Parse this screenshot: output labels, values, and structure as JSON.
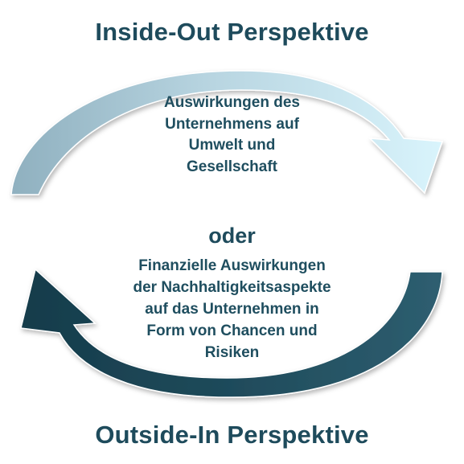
{
  "diagram": {
    "top_title": "Inside-Out Perspektive",
    "bottom_title": "Outside-In Perspektive",
    "inside_out_text": [
      "Auswirkungen des",
      "Unternehmens auf",
      "Umwelt und",
      "Gesellschaft"
    ],
    "connector": "oder",
    "outside_in_text": [
      "Finanzielle Auswirkungen",
      "der Nachhaltigkeitsaspekte",
      "auf das Unternehmen in",
      "Form von Chancen und",
      "Risiken"
    ]
  },
  "colors": {
    "title_text": "#1e4b5c",
    "body_text": "#1f4e5f",
    "top_arrow_light": "#d6f2fb",
    "top_arrow_mid": "#a9c6d3",
    "top_arrow_dark": "#8aaab9",
    "bottom_arrow_dark": "#163d4d",
    "bottom_arrow_mid": "#2b5a6b"
  }
}
